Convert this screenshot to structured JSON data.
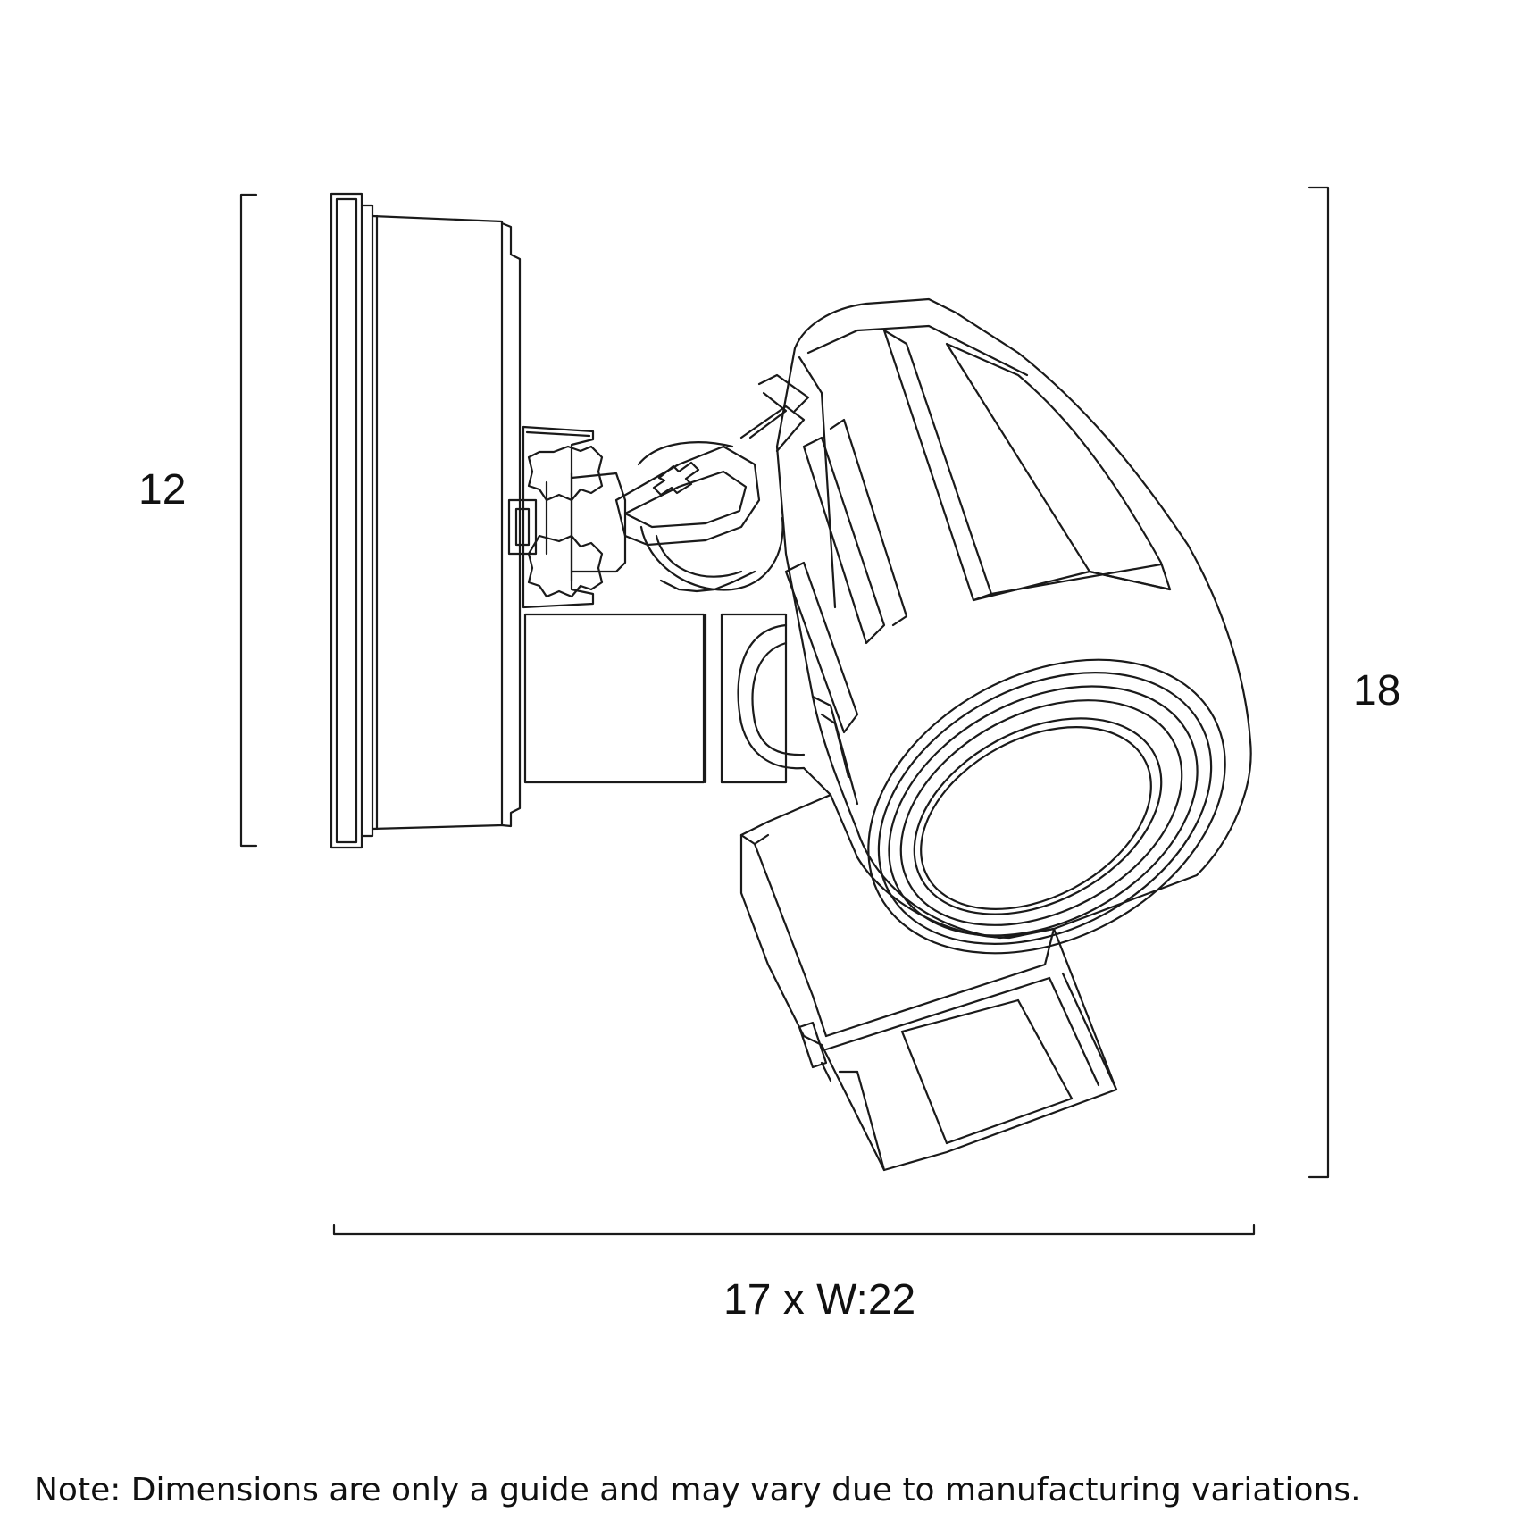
{
  "dimensions": {
    "height_left": "12",
    "height_right": "18",
    "width": "17 x W:22"
  },
  "note": "Note: Dimensions are only a guide and may vary due to manufacturing variations.",
  "colors": {
    "line": "#1a1a1a",
    "background": "#ffffff"
  }
}
